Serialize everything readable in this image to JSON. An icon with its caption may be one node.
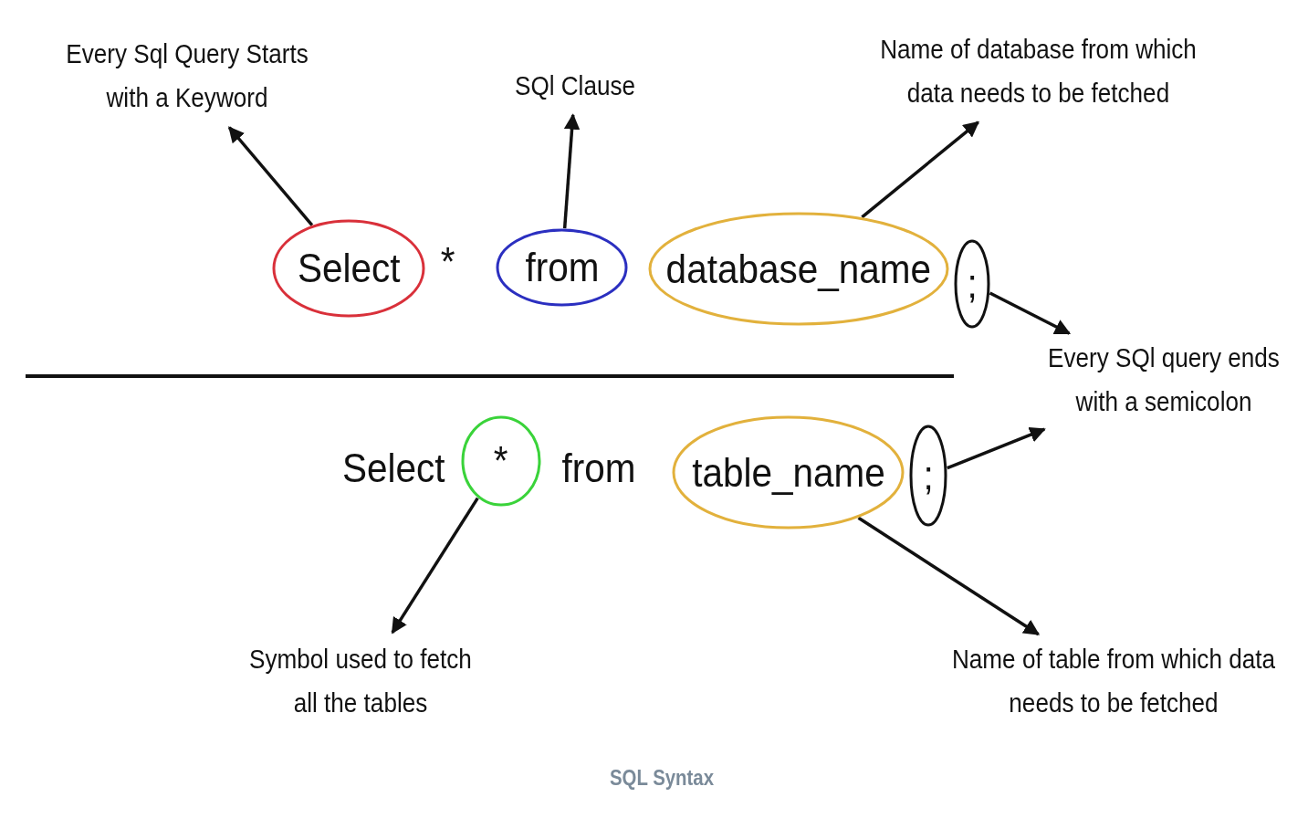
{
  "diagram": {
    "caption": "SQL Syntax",
    "nodes": [
      {
        "text": [
          "Every Sql Query Starts with a Keyword"
        ]
      },
      {
        "text": [
          "SQl Clause"
        ]
      },
      {
        "text": [
          "Name of database from which data needs to be fetched"
        ]
      },
      {
        "text": [
          "Select"
        ]
      },
      {
        "text": [
          "from"
        ]
      },
      {
        "text": [
          "database_name"
        ]
      },
      {
        "text": [
          ";"
        ]
      },
      {
        "text": [
          "Every SQl query ends with a semicolon"
        ]
      },
      {
        "text": [
          "*"
        ]
      },
      {
        "text": [
          "table_name"
        ]
      },
      {
        "text": [
          ";"
        ]
      },
      {
        "text": [
          "Symbol used to fetch all the tables"
        ]
      },
      {
        "text": [
          "Name of table from which data needs to be fetched"
        ]
      }
    ],
    "edges": [
      {
        "from": 3,
        "to": 0,
        "arrow": "to"
      },
      {
        "from": 4,
        "to": 1,
        "arrow": "to"
      },
      {
        "from": 5,
        "to": 2,
        "arrow": "to"
      },
      {
        "from": 6,
        "to": 7,
        "arrow": "to"
      },
      {
        "from": 10,
        "to": 7,
        "arrow": "to"
      },
      {
        "from": 8,
        "to": 11,
        "arrow": "to"
      },
      {
        "from": 9,
        "to": 12,
        "arrow": "to"
      }
    ],
    "labels": [
      "*",
      "Select",
      "from"
    ]
  }
}
